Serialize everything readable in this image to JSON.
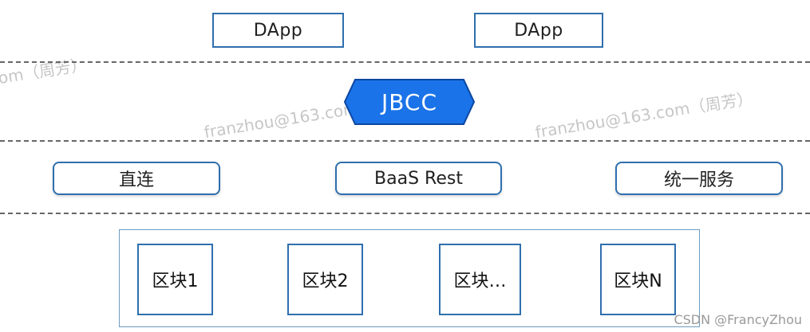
{
  "layers": {
    "dapps": [
      {
        "label": "DApp"
      },
      {
        "label": "DApp"
      }
    ],
    "gateway": {
      "label": "JBCC",
      "fill_color": "#1a73e8",
      "stroke_color": "#0d47a1"
    },
    "access": [
      {
        "label": "直连"
      },
      {
        "label": "BaaS Rest"
      },
      {
        "label": "统一服务"
      }
    ],
    "blocks": [
      {
        "label": "区块1"
      },
      {
        "label": "区块2"
      },
      {
        "label": "区块…"
      },
      {
        "label": "区块N"
      }
    ]
  },
  "watermarks": [
    {
      "text": "om（周芳）"
    },
    {
      "text": "franzhou@163.com（周芳）"
    },
    {
      "text": "franzhou@163.com（周芳）"
    }
  ],
  "credit": "CSDN @FrancyZhou",
  "colors": {
    "box_border": "#2f6fae",
    "container_border": "#6e9bbf",
    "separator": "#666666"
  }
}
